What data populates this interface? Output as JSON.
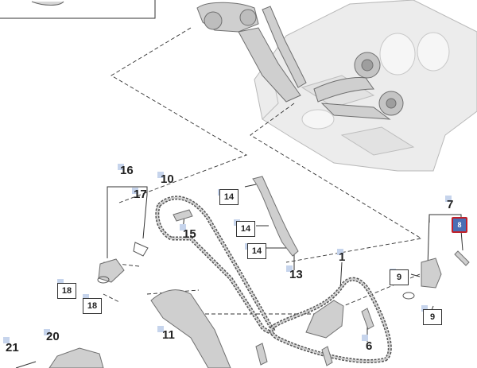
{
  "callouts": {
    "c1": "1",
    "c6": "6",
    "c7": "7",
    "c8": "8",
    "c9a": "9",
    "c9b": "9",
    "c10": "10",
    "c11": "11",
    "c13": "13",
    "c14a": "14",
    "c14b": "14",
    "c14c": "14",
    "c15": "15",
    "c16": "16",
    "c17": "17",
    "c18a": "18",
    "c18b": "18",
    "c20": "20",
    "c21": "21"
  },
  "colors": {
    "part_fill": "#d0d0d0",
    "part_stroke": "#777777",
    "engine_fill": "#ececec",
    "highlight_fill": "#4a6fb5",
    "highlight_border": "#c0202a",
    "marker": "#c6d4ec"
  }
}
